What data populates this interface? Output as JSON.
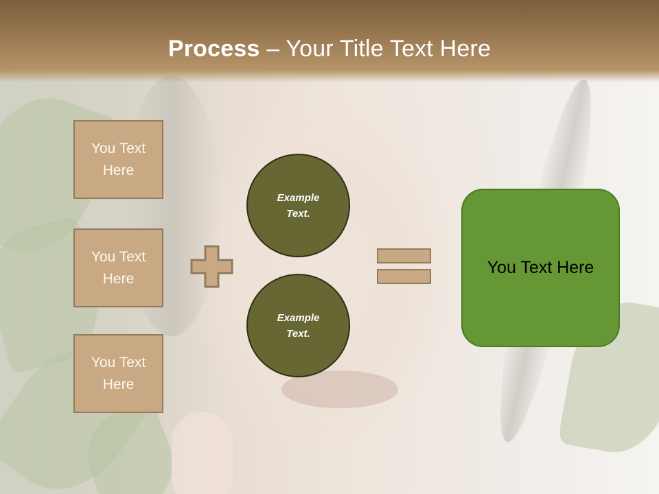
{
  "slide": {
    "title_bold": "Process",
    "title_rest": " – Your Title Text Here",
    "left_boxes": [
      {
        "label": "You Text Here"
      },
      {
        "label": "You Text Here"
      },
      {
        "label": "You Text Here"
      }
    ],
    "circles": [
      {
        "label": "Example Text."
      },
      {
        "label": "Example Text."
      }
    ],
    "result_box": {
      "label": "You Text Here"
    },
    "operators": {
      "plus": "plus-icon",
      "equals": "equals-icon"
    },
    "colors": {
      "header": "#8f7049",
      "tan_box": "#c9a983",
      "tan_border": "#927a5c",
      "circle": "#676734",
      "result_green": "#659834"
    }
  }
}
